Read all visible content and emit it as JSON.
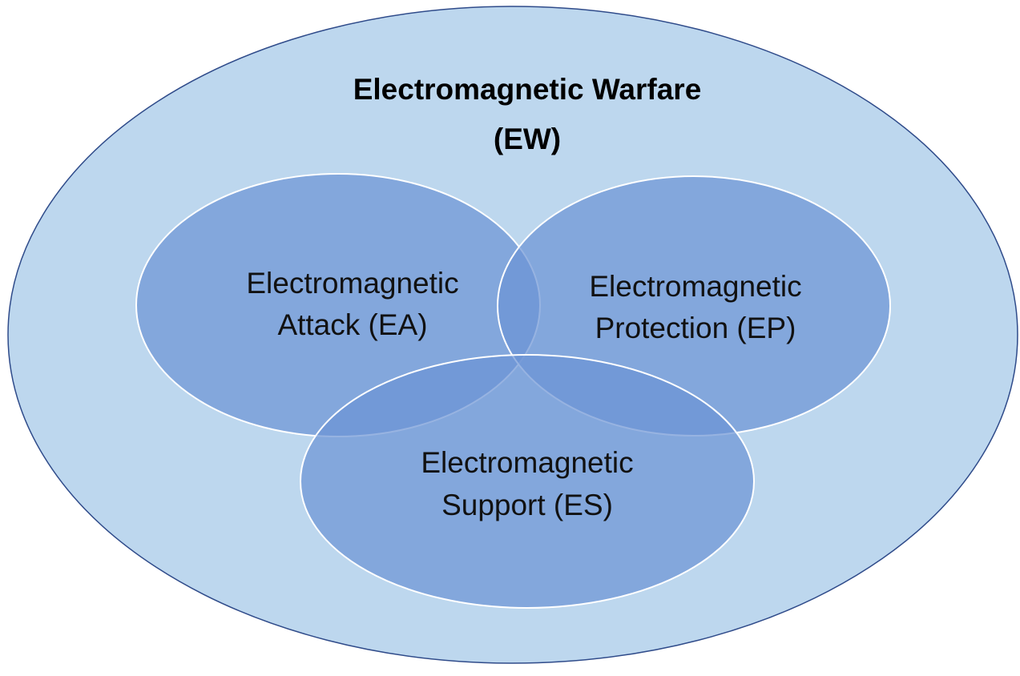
{
  "title": {
    "line1": "Electromagnetic Warfare",
    "line2": "(EW)"
  },
  "regions": [
    {
      "line1": "Electromagnetic",
      "line2": "Attack (EA)"
    },
    {
      "line1": "Electromagnetic",
      "line2": "Protection (EP)"
    },
    {
      "line1": "Electromagnetic",
      "line2": "Support (ES)"
    }
  ],
  "colors": {
    "outer_fill": "#bdd7ee",
    "outer_stroke": "#2f4b8a",
    "inner_fill": "#6b93d4",
    "inner_stroke": "#ffffff"
  }
}
